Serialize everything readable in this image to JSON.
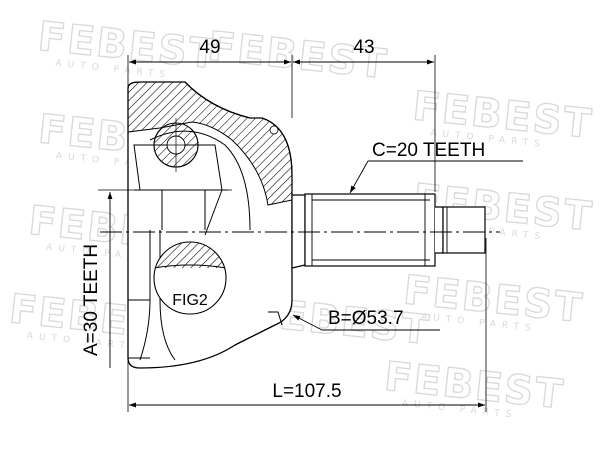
{
  "diagram": {
    "dimensions": {
      "left_length": "49",
      "right_length": "43",
      "total_length": "L=107.5"
    },
    "callouts": {
      "outer_spline": "C=20 TEETH",
      "inner_spline": "A=30 TEETH",
      "diameter": "B=Ø53.7",
      "figure_ref": "FIG2"
    },
    "watermark": {
      "brand": "FEBEST",
      "tagline": "AUTO PARTS"
    }
  }
}
